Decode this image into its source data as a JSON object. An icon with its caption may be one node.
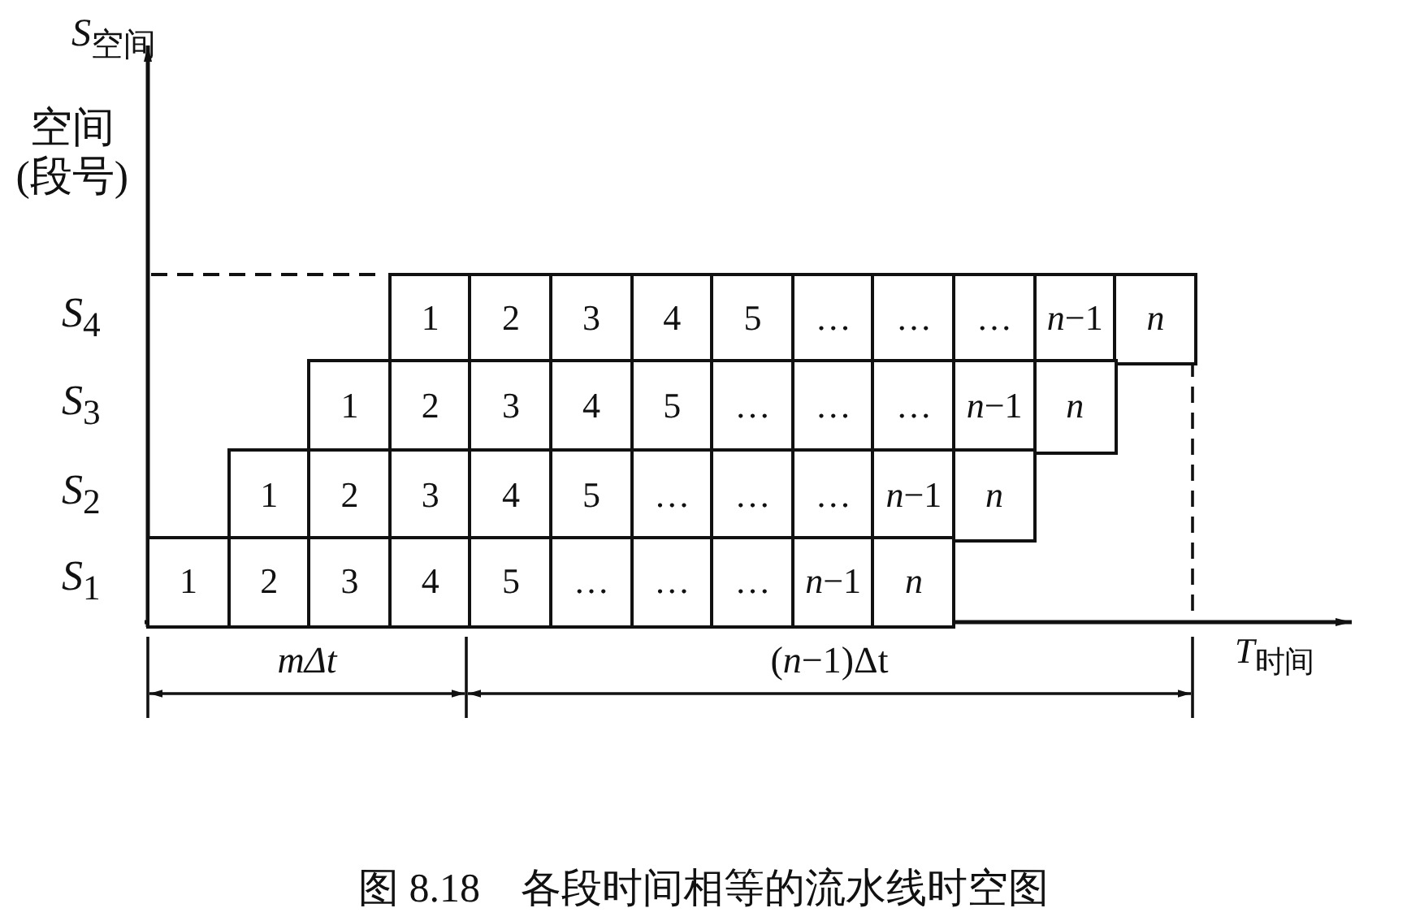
{
  "diagram": {
    "caption": "图 8.18　各段时间相等的流水线时空图",
    "labels": [
      "*S*$_{空间}$",
      "空间(段号)",
      "*S*$_{4}$",
      "1",
      "2",
      "3",
      "4",
      "5",
      "…",
      "…",
      "…",
      "*n*−1",
      "n",
      "*S*$_{3}$",
      "1",
      "2",
      "3",
      "4",
      "5",
      "…",
      "…",
      "…",
      "*n*−1",
      "n",
      "*S*$_{2}$",
      "1",
      "2",
      "3",
      "4",
      "5",
      "…",
      "…",
      "…",
      "*n*−1",
      "n",
      "*S*$_{1}$",
      "1",
      "2",
      "3",
      "4",
      "5",
      "…",
      "…",
      "…",
      "*n*−1",
      "n",
      "mΔt",
      "(*n*−1)Δt",
      "*T*$_{时间}$"
    ]
  }
}
